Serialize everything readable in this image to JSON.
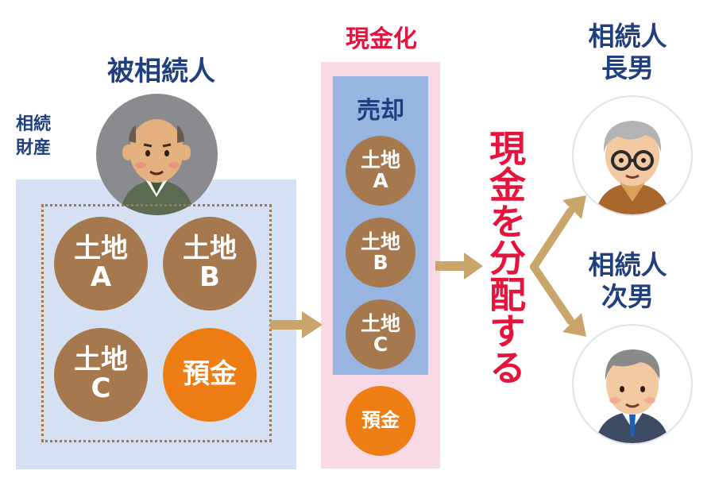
{
  "deceased": {
    "title": "被相続人"
  },
  "estate": {
    "label_line1": "相続",
    "label_line2": "財産",
    "items": [
      {
        "line1": "土地",
        "line2": "A"
      },
      {
        "line1": "土地",
        "line2": "B"
      },
      {
        "line1": "土地",
        "line2": "C"
      }
    ],
    "deposit": "預金"
  },
  "conversion": {
    "title": "現金化",
    "sale_label": "売却",
    "items": [
      {
        "line1": "土地",
        "line2": "A"
      },
      {
        "line1": "土地",
        "line2": "B"
      },
      {
        "line1": "土地",
        "line2": "C"
      }
    ],
    "deposit": "預金"
  },
  "distribution": {
    "label": "現金を分配する"
  },
  "heirs": [
    {
      "line1": "相続人",
      "line2": "長男"
    },
    {
      "line1": "相続人",
      "line2": "次男"
    }
  ],
  "colors": {
    "navy": "#1f3f7f",
    "red": "#e5143c",
    "brown": "#a6784e",
    "orange": "#ee7d13",
    "arrow": "#c9a56b",
    "estate_bg": "#d5e0f3",
    "pink_bg": "#f9d9e4",
    "blue_bg": "#97b5e0"
  }
}
